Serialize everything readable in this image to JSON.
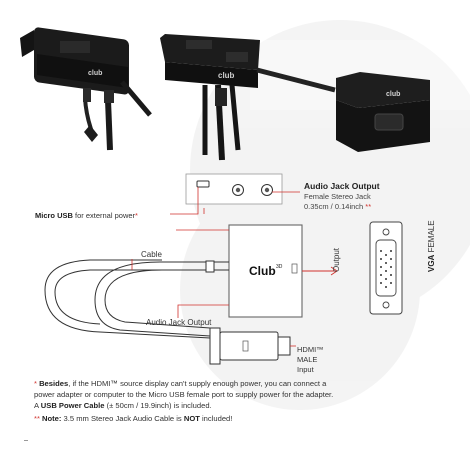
{
  "brand": {
    "logo_text": "Club",
    "logo_suffix": "3D",
    "accent_color": "#d0312d"
  },
  "audio_jack": {
    "title": "Audio Jack Output",
    "subtitle": "Female Stereo Jack",
    "size": "0.35cm / 0.14inch",
    "size_mark": "**"
  },
  "micro_usb": {
    "bold": "Micro USB",
    "rest": " for external power",
    "mark": "*"
  },
  "labels": {
    "cable": "Cable",
    "audio_jack_output": "Audio Jack Output",
    "output": "Output",
    "vga_bold": "VGA",
    "vga_rest": " FEMALE",
    "hdmi_line1": "HDMI™",
    "hdmi_line2": "MALE",
    "hdmi_line3": "Input"
  },
  "notes": {
    "n1_mark": "* ",
    "n1_bold": "Besides",
    "n1_text": ", if the HDMI™ source display can't supply enough power, you can connect a",
    "n2_text": "power adapter or computer to the Micro USB female port to supply power for the adapter.",
    "n3_pre": "A ",
    "n3_bold": "USB Power Cable",
    "n3_post": " (± 50cm / 19.9inch) is included.",
    "n4_mark": "** ",
    "n4_bold": "Note:",
    "n4_pre": " 3.5 mm Stereo Jack Audio Cable is ",
    "n4_bold2": "NOT",
    "n4_post": " included!"
  }
}
